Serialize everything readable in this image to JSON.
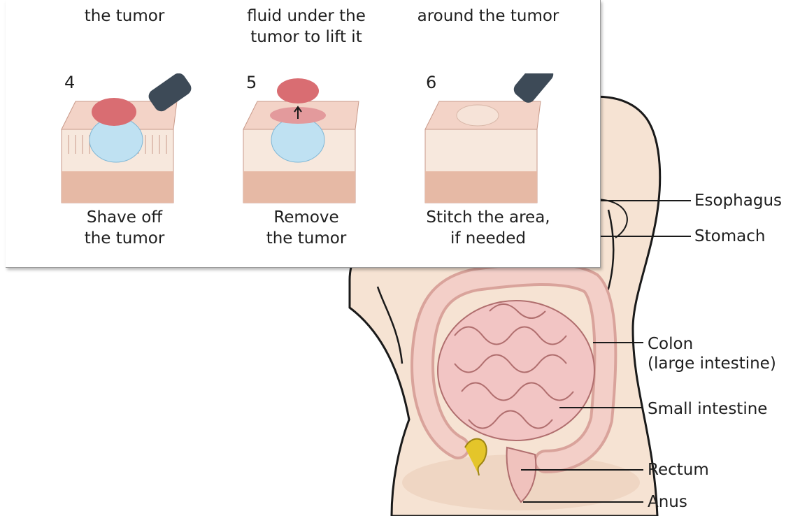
{
  "colors": {
    "skin": "#f6e3d3",
    "skin_outline": "#1a1a1a",
    "intestine": "#f2c5c4",
    "intestine_outline": "#b06e6e",
    "colon": "#f3cfc8",
    "appendix": "#e4c52a",
    "tissue_top": "#f3d3c7",
    "tissue_muscle": "#e6b9a5",
    "fluid": "#bfe1f2",
    "tumor": "#d96d72"
  },
  "panel": {
    "top_captions": [
      "the tumor",
      "fluid under the\ntumor to lift it",
      "around the tumor"
    ],
    "steps": [
      {
        "number": "4",
        "caption": "Shave off\nthe tumor"
      },
      {
        "number": "5",
        "caption": "Remove\nthe tumor"
      },
      {
        "number": "6",
        "caption": "Stitch the area,\nif needed"
      }
    ]
  },
  "labels": {
    "esophagus": "Esophagus",
    "stomach": "Stomach",
    "colon": "Colon\n(large intestine)",
    "small_intestine": "Small intestine",
    "rectum": "Rectum",
    "anus": "Anus"
  }
}
